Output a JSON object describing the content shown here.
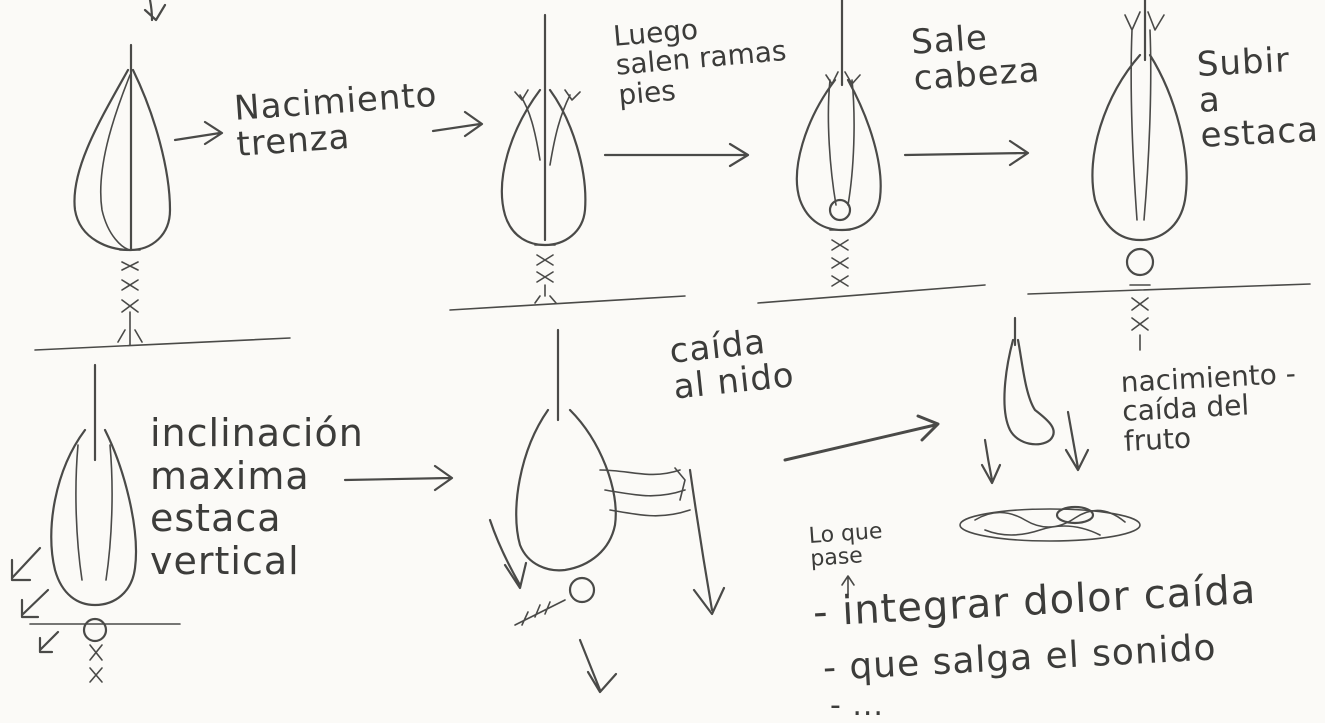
{
  "labels": {
    "nacimiento_trenza": "Nacimiento\ntrenza",
    "luego_salen": "Luego\nsalen ramas\npies",
    "sale_cabeza": "Sale\ncabeza",
    "subir_estaca": "Subir\na\nestaca",
    "inclinacion": "inclinación\nmaxima\nestaca\nvertical",
    "caida_nido": "caída\nal nido",
    "nacimiento_caida": "nacimiento -\ncaída del\nfruto",
    "lo_que_pase": "Lo que\npase",
    "note_1": "- integrar dolor caída",
    "note_2": "- que salga el sonido",
    "note_3": "- ..."
  },
  "colors": {
    "paper": "#fbfaf7",
    "pencil": "#4a4a48"
  }
}
